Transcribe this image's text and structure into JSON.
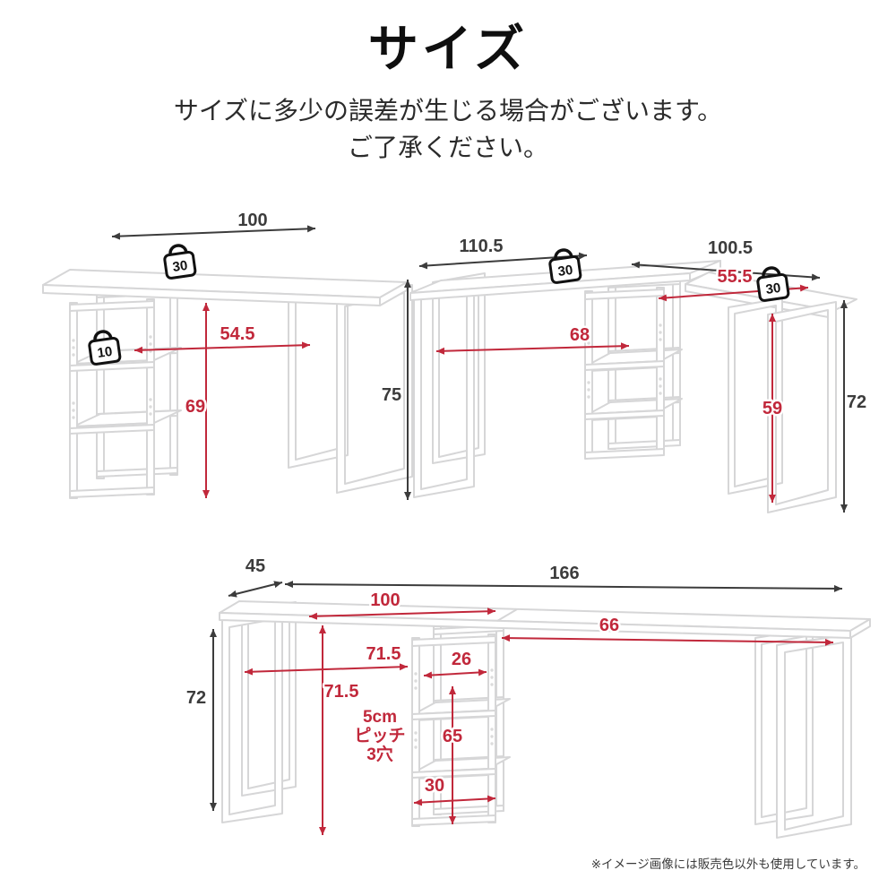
{
  "page": {
    "title": "サイズ",
    "subtitle_line1": "サイズに多少の誤差が生じる場合がございます。",
    "subtitle_line2": "ご了承ください。",
    "footnote": "※イメージ画像には販売色以外も使用しています。"
  },
  "colors": {
    "dimension_red": "#c1283b",
    "dimension_black": "#3c3c3c",
    "furniture_line": "#d6d6d7"
  },
  "desk_single": {
    "top_width": "100",
    "load_top": "30",
    "load_shelf": "10",
    "clearance_width": "54.5",
    "clearance_height": "69"
  },
  "desk_l": {
    "left_width": "110.5",
    "right_width": "100.5",
    "right_depth": "55.5",
    "load_left": "30",
    "load_right": "30",
    "clearance_width": "68",
    "height_left": "75",
    "clearance_height": "59",
    "height_right": "72"
  },
  "desk_long": {
    "depth": "45",
    "total_width": "166",
    "left_section": "100",
    "right_section": "66",
    "clearance_width": "71.5",
    "clearance_height": "71.5",
    "shelf_width": "26",
    "height": "72",
    "pitch_l1": "5cm",
    "pitch_l2": "ピッチ",
    "pitch_l3": "3穴",
    "shelf_height": "65",
    "shelf_depth": "30"
  }
}
